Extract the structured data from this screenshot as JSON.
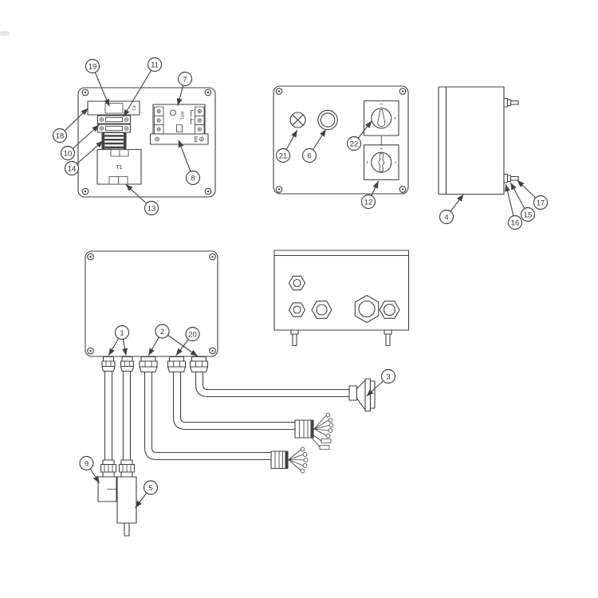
{
  "figure": {
    "colors": {
      "line": "#414141",
      "background": "#ffffff"
    },
    "component_labels": {
      "relay": "K1",
      "overload_relay": "RT1",
      "relay_base": "BM",
      "transformer": "T1"
    },
    "callouts": {
      "c1": "1",
      "c2": "2",
      "c3": "3",
      "c4": "4",
      "c5": "5",
      "c6": "6",
      "c7": "7",
      "c8": "8",
      "c9": "9",
      "c10": "10",
      "c11": "11",
      "c12": "12",
      "c13": "13",
      "c14": "14",
      "c15": "15",
      "c16": "16",
      "c17": "17",
      "c18": "18",
      "c19": "19",
      "c20": "20",
      "c21": "21",
      "c22": "22"
    }
  }
}
